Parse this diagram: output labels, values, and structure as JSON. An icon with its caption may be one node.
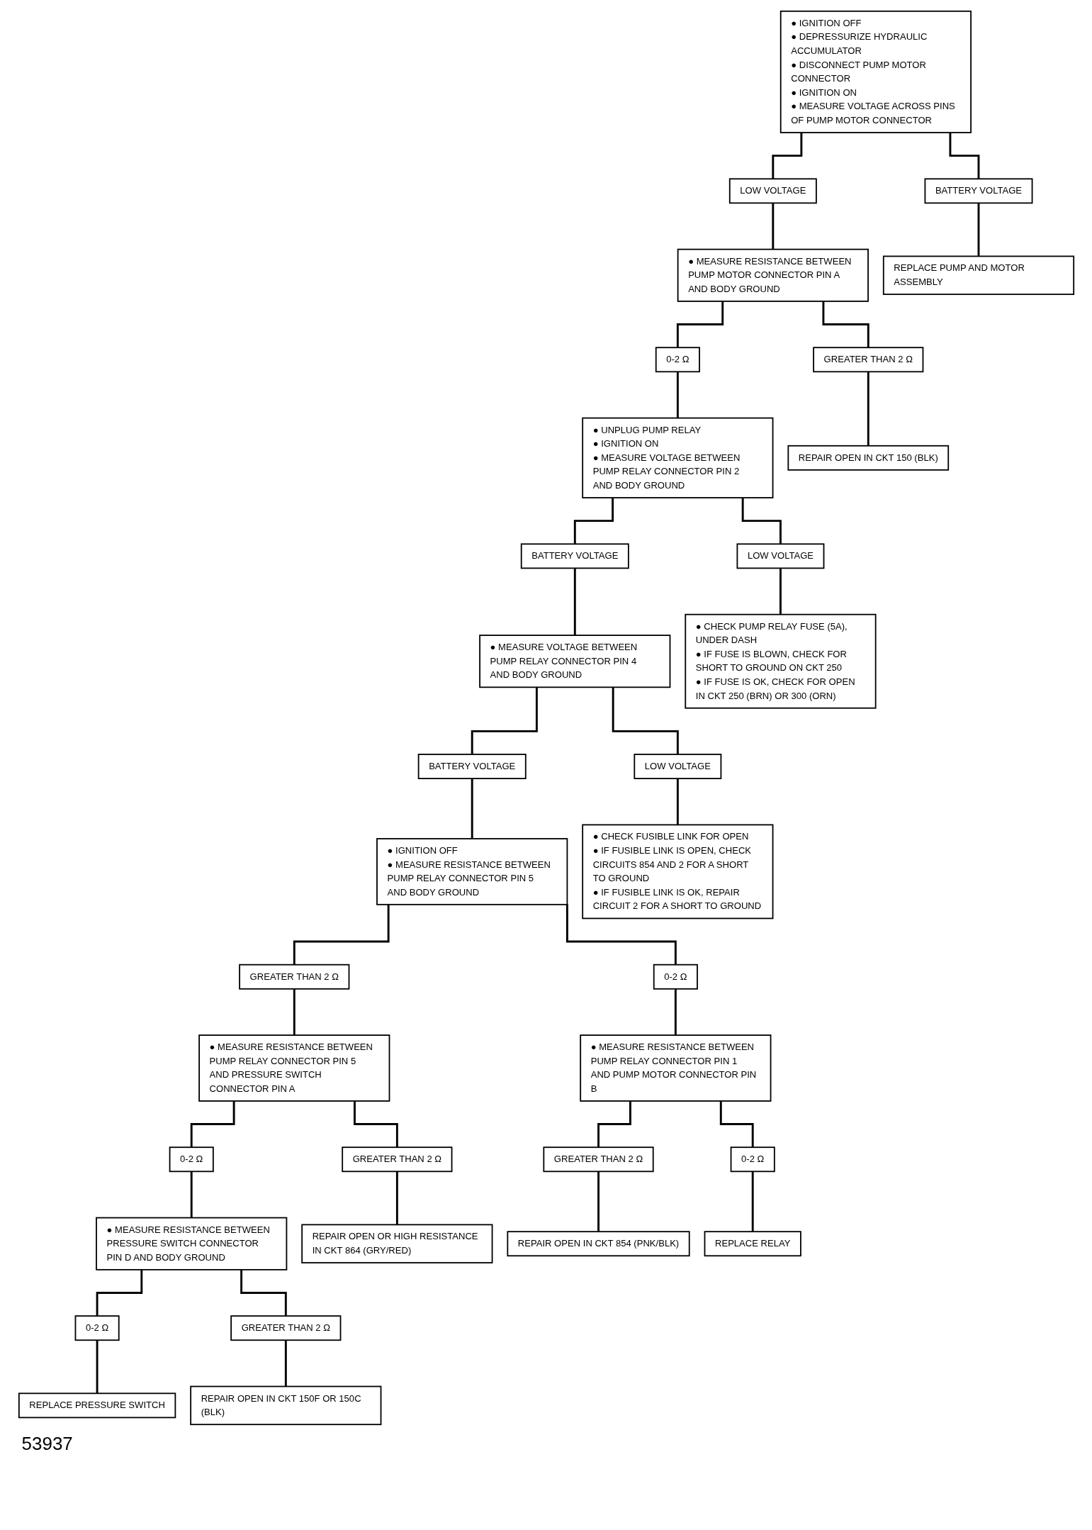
{
  "diagram": {
    "nodes": [
      {
        "text": [
          "● IGNITION OFF",
          "● DEPRESSURIZE HYDRAULIC ACCUMULATOR",
          "● DISCONNECT PUMP MOTOR CONNECTOR",
          "● IGNITION ON",
          "● MEASURE VOLTAGE ACROSS PINS OF PUMP MOTOR CONNECTOR"
        ]
      },
      {
        "text": [
          "LOW VOLTAGE"
        ]
      },
      {
        "text": [
          "BATTERY VOLTAGE"
        ]
      },
      {
        "text": [
          "● MEASURE RESISTANCE BETWEEN PUMP MOTOR CONNECTOR PIN A AND BODY GROUND"
        ]
      },
      {
        "text": [
          "REPLACE PUMP AND MOTOR ASSEMBLY"
        ]
      },
      {
        "text": [
          "0-2 Ω"
        ]
      },
      {
        "text": [
          "GREATER THAN 2 Ω"
        ]
      },
      {
        "text": [
          "● UNPLUG PUMP RELAY",
          "● IGNITION ON",
          "● MEASURE VOLTAGE BETWEEN PUMP RELAY CONNECTOR PIN 2 AND BODY GROUND"
        ]
      },
      {
        "text": [
          "REPAIR OPEN IN CKT 150 (BLK)"
        ]
      },
      {
        "text": [
          "BATTERY VOLTAGE"
        ]
      },
      {
        "text": [
          "LOW VOLTAGE"
        ]
      },
      {
        "text": [
          "● MEASURE VOLTAGE BETWEEN PUMP RELAY CONNECTOR PIN 4 AND BODY GROUND"
        ]
      },
      {
        "text": [
          "● CHECK PUMP RELAY FUSE (5A), UNDER DASH",
          "● IF FUSE IS BLOWN, CHECK FOR SHORT TO GROUND ON CKT 250",
          "● IF FUSE IS OK, CHECK FOR OPEN IN CKT 250 (BRN) OR 300 (ORN)"
        ]
      },
      {
        "text": [
          "BATTERY VOLTAGE"
        ]
      },
      {
        "text": [
          "LOW VOLTAGE"
        ]
      },
      {
        "text": [
          "● IGNITION OFF",
          "● MEASURE RESISTANCE BETWEEN PUMP RELAY CONNECTOR PIN 5 AND BODY GROUND"
        ]
      },
      {
        "text": [
          "● CHECK FUSIBLE LINK FOR OPEN",
          "● IF FUSIBLE LINK IS OPEN, CHECK CIRCUITS 854 AND 2 FOR A SHORT TO GROUND",
          "● IF FUSIBLE LINK IS OK, REPAIR CIRCUIT 2 FOR A SHORT TO GROUND"
        ]
      },
      {
        "text": [
          "GREATER THAN 2 Ω"
        ]
      },
      {
        "text": [
          "0-2 Ω"
        ]
      },
      {
        "text": [
          "● MEASURE RESISTANCE BETWEEN PUMP RELAY CONNECTOR PIN 5 AND PRESSURE SWITCH CONNECTOR PIN A"
        ]
      },
      {
        "text": [
          "● MEASURE RESISTANCE BETWEEN PUMP RELAY CONNECTOR PIN 1 AND PUMP MOTOR CONNECTOR PIN B"
        ]
      },
      {
        "text": [
          "0-2 Ω"
        ]
      },
      {
        "text": [
          "GREATER THAN 2 Ω"
        ]
      },
      {
        "text": [
          "GREATER THAN 2 Ω"
        ]
      },
      {
        "text": [
          "0-2 Ω"
        ]
      },
      {
        "text": [
          "● MEASURE RESISTANCE BETWEEN PRESSURE SWITCH CONNECTOR PIN D AND BODY GROUND"
        ]
      },
      {
        "text": [
          "REPAIR OPEN OR HIGH RESISTANCE IN CKT 864 (GRY/RED)"
        ]
      },
      {
        "text": [
          "REPAIR OPEN IN CKT 854 (PNK/BLK)"
        ]
      },
      {
        "text": [
          "REPLACE RELAY"
        ]
      },
      {
        "text": [
          "0-2 Ω"
        ]
      },
      {
        "text": [
          "GREATER THAN 2 Ω"
        ]
      },
      {
        "text": [
          "REPLACE PRESSURE SWITCH"
        ]
      },
      {
        "text": [
          "REPAIR OPEN IN CKT 150F OR 150C (BLK)"
        ]
      }
    ],
    "edges": [
      {
        "from": 0,
        "to": 1,
        "arrow": "none"
      },
      {
        "from": 0,
        "to": 2,
        "arrow": "none"
      },
      {
        "from": 1,
        "to": 3,
        "arrow": "none"
      },
      {
        "from": 2,
        "to": 4,
        "arrow": "none"
      },
      {
        "from": 3,
        "to": 5,
        "arrow": "none"
      },
      {
        "from": 3,
        "to": 6,
        "arrow": "none"
      },
      {
        "from": 5,
        "to": 7,
        "arrow": "none"
      },
      {
        "from": 6,
        "to": 8,
        "arrow": "none"
      },
      {
        "from": 7,
        "to": 9,
        "arrow": "none"
      },
      {
        "from": 7,
        "to": 10,
        "arrow": "none"
      },
      {
        "from": 9,
        "to": 11,
        "arrow": "none"
      },
      {
        "from": 10,
        "to": 12,
        "arrow": "none"
      },
      {
        "from": 11,
        "to": 13,
        "arrow": "none"
      },
      {
        "from": 11,
        "to": 14,
        "arrow": "none"
      },
      {
        "from": 13,
        "to": 15,
        "arrow": "none"
      },
      {
        "from": 14,
        "to": 16,
        "arrow": "none"
      },
      {
        "from": 15,
        "to": 17,
        "arrow": "none"
      },
      {
        "from": 15,
        "to": 18,
        "arrow": "none"
      },
      {
        "from": 17,
        "to": 19,
        "arrow": "none"
      },
      {
        "from": 18,
        "to": 20,
        "arrow": "none"
      },
      {
        "from": 19,
        "to": 21,
        "arrow": "none"
      },
      {
        "from": 19,
        "to": 22,
        "arrow": "none"
      },
      {
        "from": 20,
        "to": 23,
        "arrow": "none"
      },
      {
        "from": 20,
        "to": 24,
        "arrow": "none"
      },
      {
        "from": 21,
        "to": 25,
        "arrow": "none"
      },
      {
        "from": 22,
        "to": 26,
        "arrow": "none"
      },
      {
        "from": 23,
        "to": 27,
        "arrow": "none"
      },
      {
        "from": 24,
        "to": 28,
        "arrow": "none"
      },
      {
        "from": 25,
        "to": 29,
        "arrow": "none"
      },
      {
        "from": 25,
        "to": 30,
        "arrow": "none"
      },
      {
        "from": 29,
        "to": 31,
        "arrow": "none"
      },
      {
        "from": 30,
        "to": 32,
        "arrow": "none"
      }
    ],
    "labels": [
      "53937"
    ]
  }
}
